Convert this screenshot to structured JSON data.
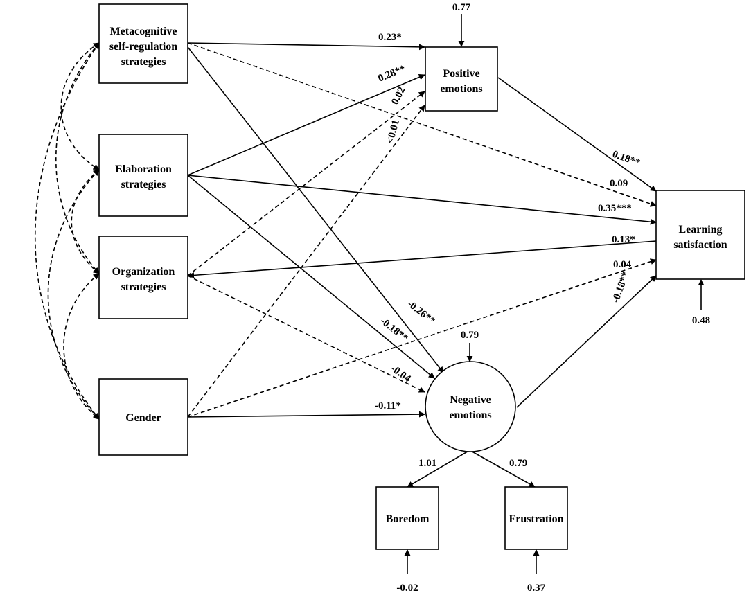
{
  "nodes": {
    "metacognitive": [
      "Metacognitive",
      "self-regulation",
      "strategies"
    ],
    "elaboration": [
      "Elaboration",
      "strategies"
    ],
    "organization": [
      "Organization",
      "strategies"
    ],
    "gender": [
      "Gender"
    ],
    "positive": [
      "Positive",
      "emotions"
    ],
    "negative": [
      "Negative",
      "emotions"
    ],
    "learning": [
      "Learning",
      "satisfaction"
    ],
    "boredom": [
      "Boredom"
    ],
    "frustration": [
      "Frustration"
    ]
  },
  "coefficients": {
    "meta_to_positive": "0.23*",
    "elab_to_positive": "0.28**",
    "org_to_positive": "0.02",
    "gender_to_positive": "<0.01",
    "positive_to_learning": "0.18**",
    "meta_to_learning": "0.09",
    "elab_to_learning": "0.35***",
    "org_to_learning": "0.13*",
    "gender_to_learning": "0.04",
    "negative_to_learning": "-0.18**",
    "meta_to_negative": "-0.26**",
    "elab_to_negative": "-0.18**",
    "org_to_negative": "-0.04",
    "gender_to_negative": "-0.11*",
    "negative_to_boredom": "1.01",
    "negative_to_frustration": "0.79"
  },
  "residuals": {
    "positive": "0.77",
    "negative": "0.79",
    "learning": "0.48",
    "boredom": "-0.02",
    "frustration": "0.37"
  }
}
